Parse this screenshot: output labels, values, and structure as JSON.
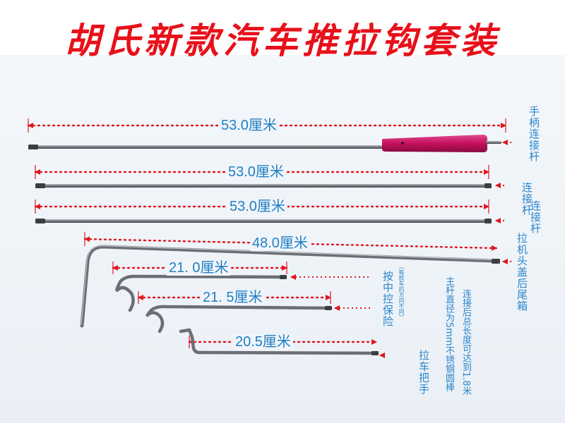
{
  "title": "胡氏新款汽车推拉钩套装",
  "rods": [
    {
      "dimension": "53.0厘米",
      "label": "手柄连接杆"
    },
    {
      "dimension": "53.0厘米",
      "label": "连接杆"
    },
    {
      "dimension": "53.0厘米",
      "label": "连接杆"
    },
    {
      "dimension": "48.0厘米",
      "label": "拉机头盖后尾箱"
    },
    {
      "dimension": "21. 0厘米",
      "label": "按中控保险"
    },
    {
      "dimension": "21. 5厘米",
      "label": ""
    },
    {
      "dimension": "20.5厘米",
      "label": "拉车把手"
    }
  ],
  "notes": {
    "kong_note": "（每款车的方向不同）",
    "spec_line1": "主杆直径为5mm不锈钢圆棒",
    "spec_line2": "连接后总长度可达到1.8米"
  },
  "colors": {
    "title": "#e8101a",
    "dimension_text": "#1f7fc4",
    "dimension_arrow": "#e0161e",
    "handle": "#c5105e",
    "rod": "#6e7378",
    "background": "#eef3f8"
  }
}
